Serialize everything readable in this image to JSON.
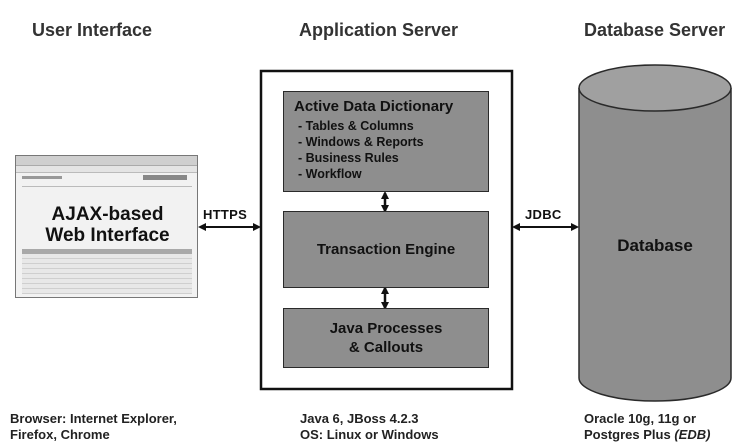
{
  "columns": {
    "ui": {
      "title": "User Interface",
      "footer": [
        "Browser: Internet Explorer,",
        "Firefox, Chrome"
      ]
    },
    "app": {
      "title": "Application Server",
      "footer": [
        "Java 6, JBoss 4.2.3",
        "OS: Linux or Windows"
      ]
    },
    "db": {
      "title": "Database Server",
      "footer": [
        "Oracle 10g, 11g or",
        "Postgres Plus",
        "(EDB)"
      ]
    }
  },
  "ui_screenshot": {
    "label_line1": "AJAX-based",
    "label_line2": "Web Interface"
  },
  "protocols": {
    "left": "HTTPS",
    "right": "JDBC"
  },
  "app_server": {
    "dictionary": {
      "title": "Active Data Dictionary",
      "items": [
        "- Tables & Columns",
        "- Windows & Reports",
        "- Business Rules",
        "- Workflow"
      ]
    },
    "engine": {
      "title": "Transaction Engine"
    },
    "processes": {
      "line1": "Java Processes",
      "line2": "& Callouts"
    }
  },
  "database": {
    "label": "Database"
  }
}
